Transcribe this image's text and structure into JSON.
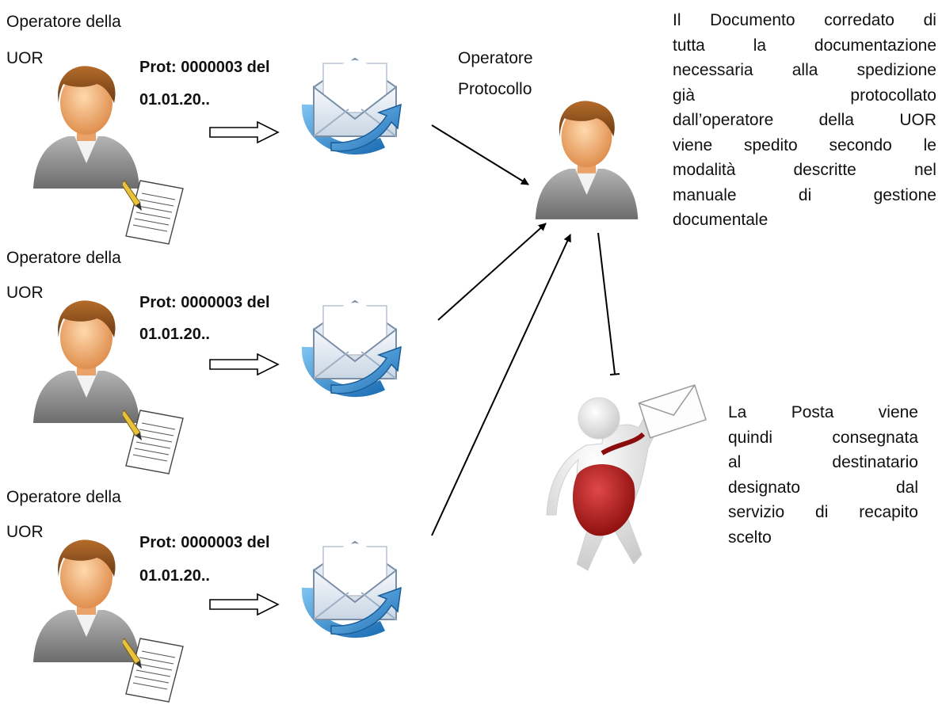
{
  "uor_operators": [
    {
      "role_line1": "Operatore della",
      "role_line2": "UOR",
      "prot_line1": "Prot: 0000003 del",
      "prot_line2": "01.01.20.."
    },
    {
      "role_line1": "Operatore della",
      "role_line2": "UOR",
      "prot_line1": "Prot: 0000003 del",
      "prot_line2": "01.01.20.."
    },
    {
      "role_line1": "Operatore della",
      "role_line2": "UOR",
      "prot_line1": "Prot: 0000003 del",
      "prot_line2": "01.01.20.."
    }
  ],
  "protocol_operator": {
    "line1": "Operatore",
    "line2": "Protocollo"
  },
  "description": {
    "lines": [
      [
        "Il",
        "Documento",
        "corredato",
        "di"
      ],
      [
        "tutta",
        "la",
        "documentazione"
      ],
      [
        "necessaria",
        "alla",
        "spedizione"
      ],
      [
        "già",
        "protocollato"
      ],
      [
        "dall’operatore",
        "della",
        "UOR"
      ],
      [
        "viene",
        "spedito",
        "secondo",
        "le"
      ],
      [
        "modalità",
        "descritte",
        "nel"
      ],
      [
        "manuale",
        "di",
        "gestione"
      ],
      [
        "documentale"
      ]
    ]
  },
  "delivery_note": {
    "lines": [
      [
        "La",
        "Posta",
        "viene"
      ],
      [
        "quindi",
        "consegnata"
      ],
      [
        "al",
        "destinatario"
      ],
      [
        "designato",
        "dal"
      ],
      [
        "servizio",
        "di",
        "recapito"
      ],
      [
        "scelto"
      ]
    ]
  },
  "icons": {
    "operator": "user-avatar-icon",
    "document": "signed-document-icon",
    "mail": "email-envelope-icon",
    "courier": "mail-courier-figure"
  },
  "colors": {
    "hair": "#8b4f1f",
    "skin": "#f2b27a",
    "suit": "#8c8c8c",
    "envelope_blue": "#2f8fd8",
    "courier_bag": "#b01a1a"
  }
}
